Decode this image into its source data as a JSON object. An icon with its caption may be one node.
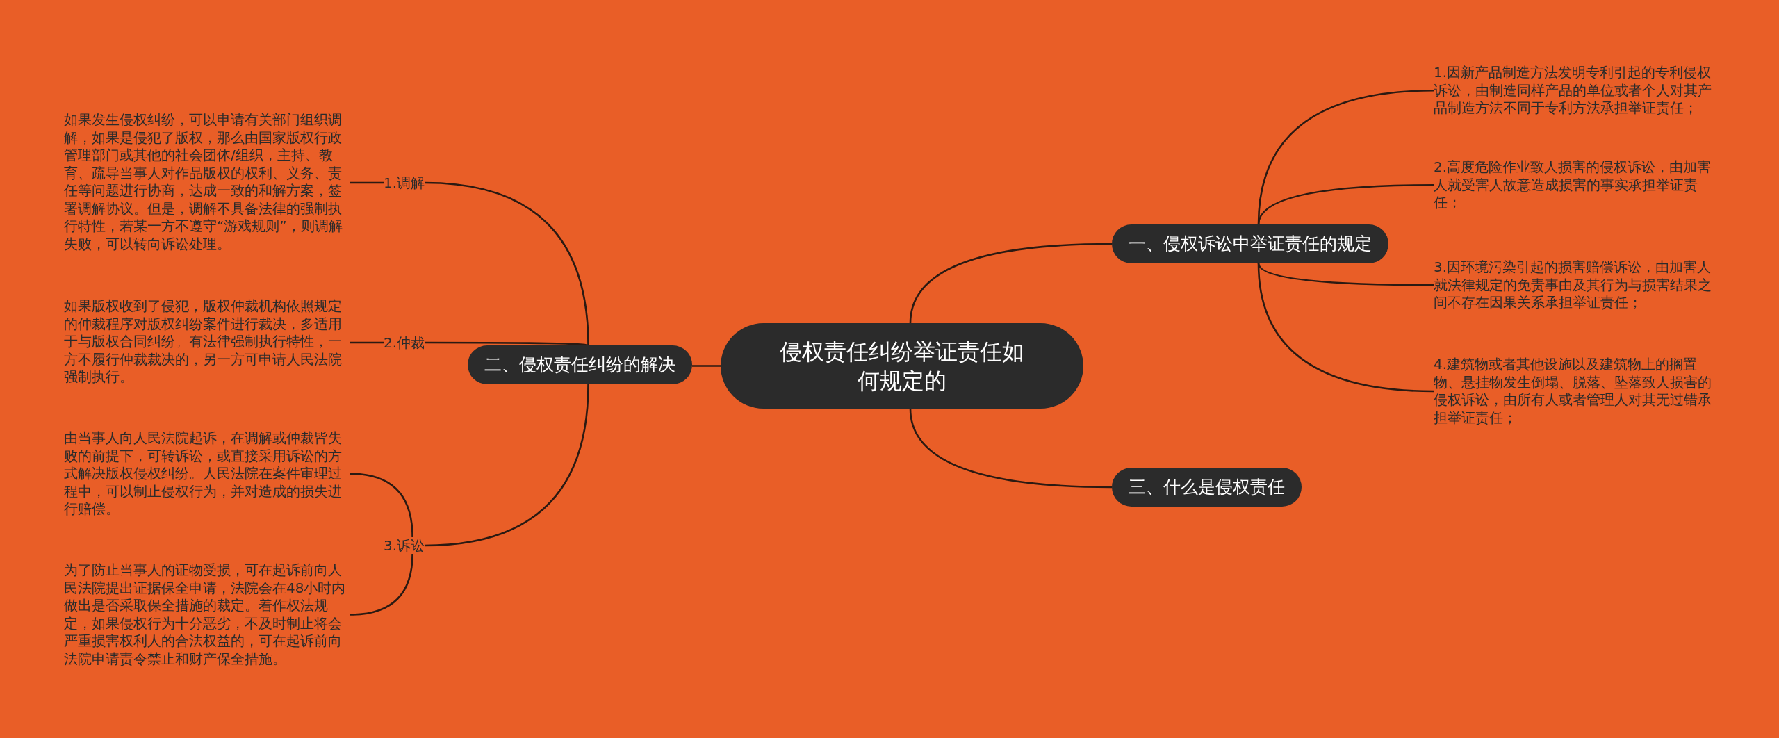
{
  "diagram": {
    "nodes": [
      {
        "text": [
          "侵权责任纠纷举证责任如何规定的"
        ]
      },
      {
        "text": [
          "一、侵权诉讼中举证责任的规定"
        ]
      },
      {
        "text": [
          "1.因新产品制造方法发明专利引起的专利侵权诉讼，由制造同样产品的单位或者个人对其产品制造方法不同于专利方法承担举证责任；"
        ]
      },
      {
        "text": [
          "2.高度危险作业致人损害的侵权诉讼，由加害人就受害人故意造成损害的事实承担举证责任；"
        ]
      },
      {
        "text": [
          "3.因环境污染引起的损害赔偿诉讼，由加害人就法律规定的免责事由及其行为与损害结果之间不存在因果关系承担举证责任；"
        ]
      },
      {
        "text": [
          "4.建筑物或者其他设施以及建筑物上的搁置物、悬挂物发生倒塌、脱落、坠落致人损害的侵权诉讼，由所有人或者管理人对其无过错承担举证责任；"
        ]
      },
      {
        "text": [
          "三、什么是侵权责任"
        ]
      },
      {
        "text": [
          "二、侵权责任纠纷的解决"
        ]
      },
      {
        "text": [
          "1.调解"
        ]
      },
      {
        "text": [
          "如果发生侵权纠纷，可以申请有关部门组织调解，如果是侵犯了版权，那么由国家版权行政管理部门或其他的社会团体/组织，主持、教育、疏导当事人对作品版权的权利、义务、责任等问题进行协商，达成一致的和解方案，签署调解协议。但是，调解不具备法律的强制执行特性，若某一方不遵守“游戏规则”，则调解失败，可以转向诉讼处理。"
        ]
      },
      {
        "text": [
          "2.仲裁"
        ]
      },
      {
        "text": [
          "如果版权收到了侵犯，版权仲裁机构依照规定的仲裁程序对版权纠纷案件进行裁决，多适用于与版权合同纠纷。有法律强制执行特性，一方不履行仲裁裁决的，另一方可申请人民法院强制执行。"
        ]
      },
      {
        "text": [
          "3.诉讼"
        ]
      },
      {
        "text": [
          "由当事人向人民法院起诉，在调解或仲裁皆失败的前提下，可转诉讼，或直接采用诉讼的方式解决版权侵权纠纷。人民法院在案件审理过程中，可以制止侵权行为，并对造成的损失进行赔偿。"
        ]
      },
      {
        "text": [
          "为了防止当事人的证物受损，可在起诉前向人民法院提出证据保全申请，法院会在48小时内做出是否采取保全措施的裁定。着作权法规定，如果侵权行为十分恶劣，不及时制止将会严重损害权利人的合法权益的，可在起诉前向法院申请责令禁止和财产保全措施。"
        ]
      }
    ],
    "edges": [
      {
        "from": 0,
        "to": 1,
        "arrow": "none"
      },
      {
        "from": 1,
        "to": 2,
        "arrow": "none"
      },
      {
        "from": 1,
        "to": 3,
        "arrow": "none"
      },
      {
        "from": 1,
        "to": 4,
        "arrow": "none"
      },
      {
        "from": 1,
        "to": 5,
        "arrow": "none"
      },
      {
        "from": 0,
        "to": 6,
        "arrow": "none"
      },
      {
        "from": 0,
        "to": 7,
        "arrow": "none"
      },
      {
        "from": 7,
        "to": 8,
        "arrow": "none"
      },
      {
        "from": 8,
        "to": 9,
        "arrow": "none"
      },
      {
        "from": 7,
        "to": 10,
        "arrow": "none"
      },
      {
        "from": 10,
        "to": 11,
        "arrow": "none"
      },
      {
        "from": 7,
        "to": 12,
        "arrow": "none"
      },
      {
        "from": 12,
        "to": 13,
        "arrow": "none"
      },
      {
        "from": 12,
        "to": 14,
        "arrow": "none"
      }
    ]
  }
}
